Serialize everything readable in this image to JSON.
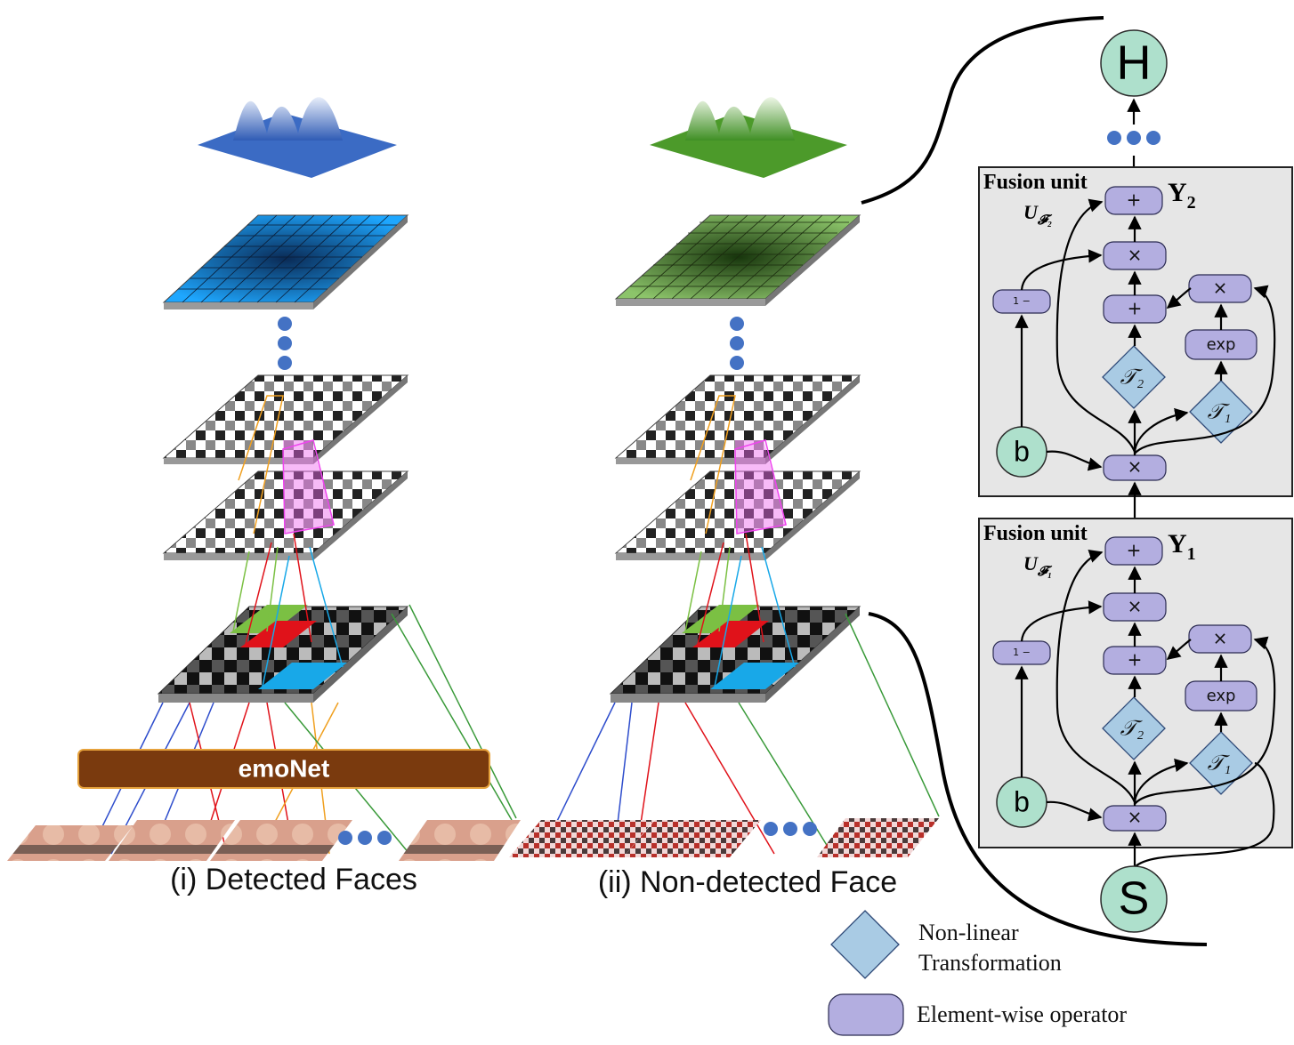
{
  "columns": {
    "detected": {
      "caption": "(i) Detected Faces",
      "backbone_label": "emoNet",
      "surface_color": "#3b6bc4",
      "grid_color": "#1e9ce0"
    },
    "non_detected": {
      "caption": "(ii) Non-detected Face",
      "surface_color": "#4c9a2a",
      "grid_color": "#7dbb4f"
    }
  },
  "fusion": {
    "units": [
      {
        "title": "Fusion unit",
        "name": "U",
        "name_sub": "𝓕₂",
        "output": "Y",
        "output_sub": "2"
      },
      {
        "title": "Fusion unit",
        "name": "U",
        "name_sub": "𝓕₁",
        "output": "Y",
        "output_sub": "1"
      }
    ],
    "operators": {
      "add": "+",
      "mul": "×",
      "one_minus": "1 −",
      "exp": "exp"
    },
    "transforms": {
      "t1": "𝒯₁",
      "t2": "𝒯₂"
    },
    "nodes": {
      "top": "H",
      "bottom": "S",
      "bias": "b"
    }
  },
  "legend": {
    "diamond_line1": "Non-linear",
    "diamond_line2": "Transformation",
    "box_label": "Element-wise operator"
  },
  "colors": {
    "operator": "#b3aee0",
    "diamond": "#a9cbe4",
    "node": "#aee0cc",
    "unit_bg": "#e6e6e6",
    "dots": "#4472c4",
    "backbone": "#7a3a0e"
  }
}
